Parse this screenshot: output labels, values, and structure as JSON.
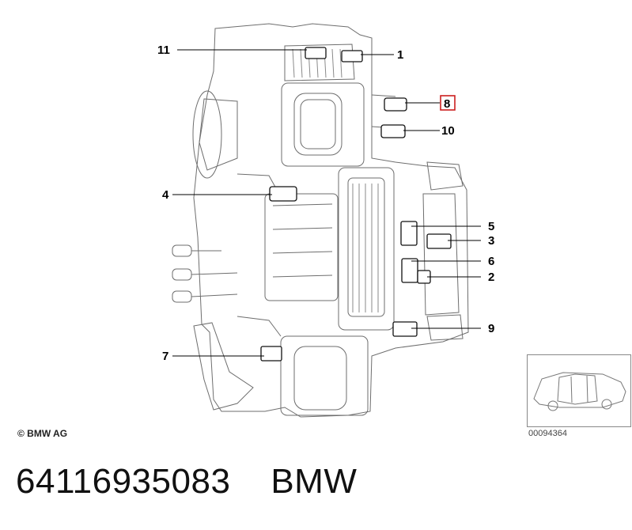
{
  "callouts": {
    "c1": "1",
    "c2": "2",
    "c3": "3",
    "c4": "4",
    "c5": "5",
    "c6": "6",
    "c7": "7",
    "c8": "8",
    "c9": "9",
    "c10": "10",
    "c11": "11"
  },
  "highlight_callout": "8",
  "highlight_color": "#cc1f1f",
  "copyright": "© BMW AG",
  "figure_number": "00094364",
  "part_number": "64116935083",
  "brand": "BMW",
  "thumbnail_icon": "car-outline-icon"
}
